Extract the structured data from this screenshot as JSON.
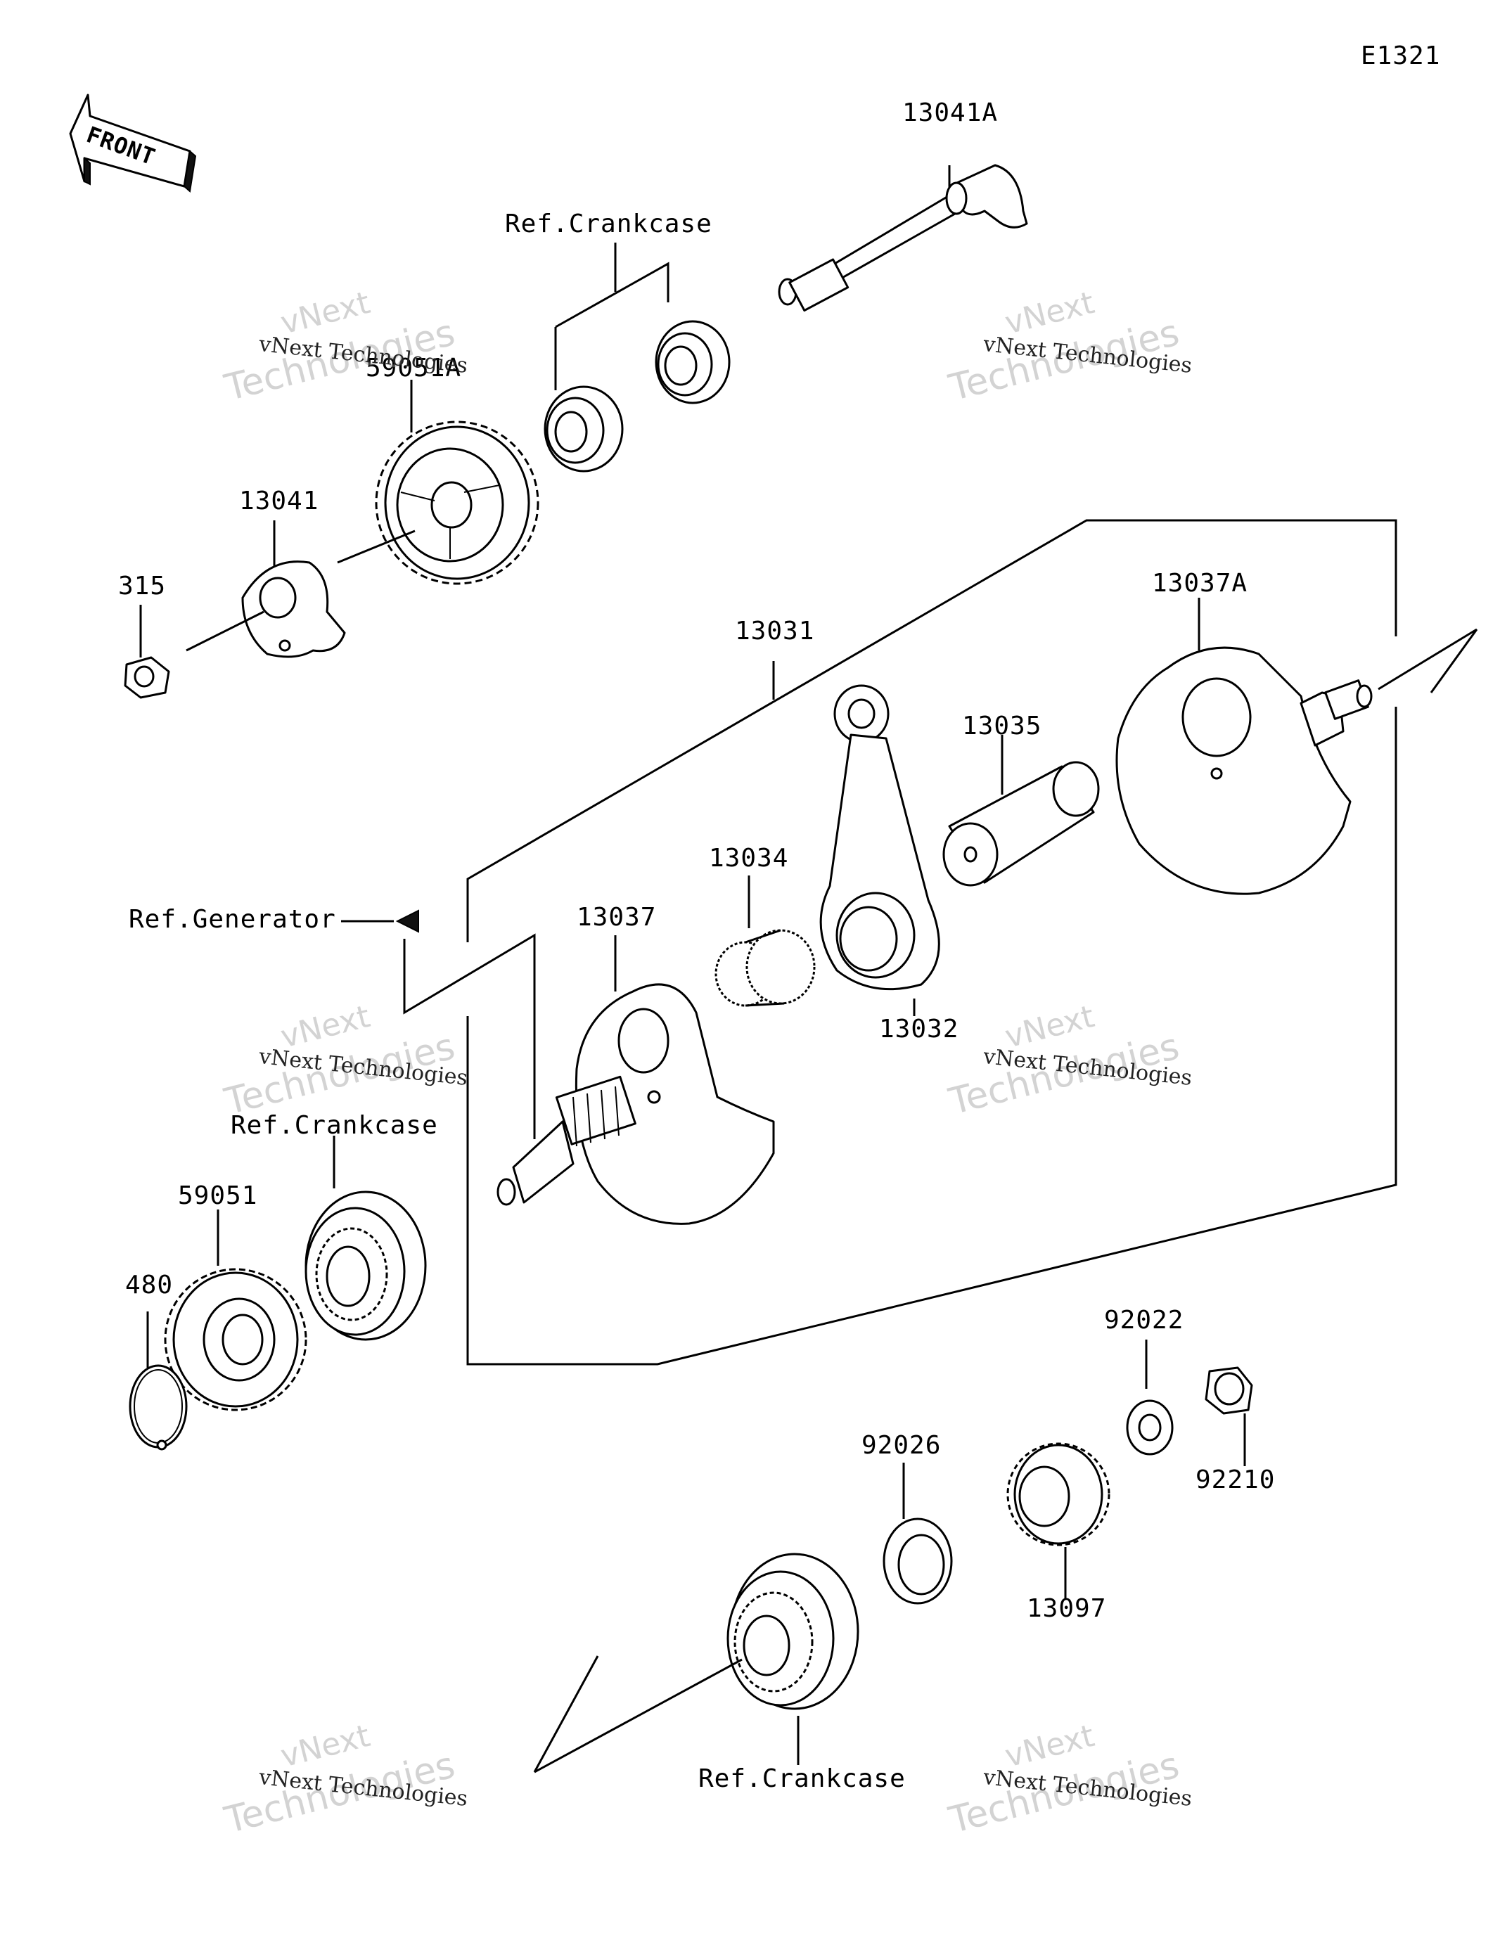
{
  "diagram_id": "E1321",
  "front_label": "FRONT",
  "references": {
    "crankcase_top": "Ref.Crankcase",
    "crankcase_mid": "Ref.Crankcase",
    "crankcase_bottom": "Ref.Crankcase",
    "generator": "Ref.Generator"
  },
  "parts": {
    "p13041A": "13041A",
    "p59051A": "59051A",
    "p13041": "13041",
    "p315": "315",
    "p13031": "13031",
    "p13037A": "13037A",
    "p13035": "13035",
    "p13034": "13034",
    "p13037": "13037",
    "p13032": "13032",
    "p59051": "59051",
    "p480": "480",
    "p92022": "92022",
    "p92210": "92210",
    "p92026": "92026",
    "p13097": "13097"
  },
  "watermark": {
    "big_line1": "vNext",
    "big_line2": "Technologies",
    "small": "vNext Technologies"
  }
}
